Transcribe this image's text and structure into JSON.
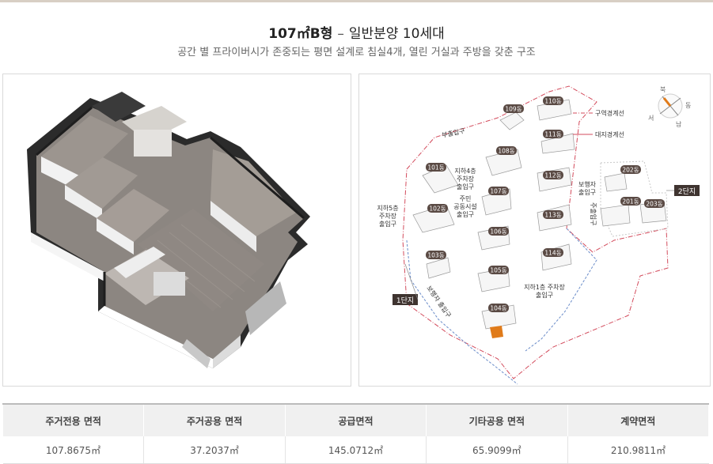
{
  "header": {
    "unit_type": "107㎡B형",
    "separator": "–",
    "sale_info": "일반분양 10세대",
    "subtitle": "공간 별 프라이버시가 존중되는 평면 설계로 침실4개, 열린 거실과 주방을 갖춘 구조"
  },
  "site_map": {
    "buildings": [
      "101동",
      "102동",
      "103동",
      "104동",
      "105동",
      "106동",
      "107동",
      "108동",
      "109동",
      "110동",
      "111동",
      "112동",
      "113동",
      "114동",
      "201동",
      "202동",
      "203동"
    ],
    "labels": {
      "district_boundary": "구역경계선",
      "site_boundary": "대지경계선",
      "sub_entrance": "부출입구",
      "underground_4f_parking": "지하4층\n주차장\n출입구",
      "resident_facility_entrance": "주민\n공동시설\n출입구",
      "underground_5f_parking": "지하5층\n주차장\n출입구",
      "underground_1f_parking": "지하1층 주차장\n출입구",
      "pedestrian_entrance_right": "보행자\n출입구",
      "main_entrance_right": "주출입구",
      "pedestrian_entrance_bottom": "보행자 출입구",
      "complex_1": "1단지",
      "complex_2": "2단지"
    },
    "compass": {
      "north": "북",
      "east": "동",
      "south": "남",
      "west": "서"
    },
    "highlight_color": "#e07b1a"
  },
  "area_table": {
    "headers": [
      "주거전용 면적",
      "주거공용 면적",
      "공급면적",
      "기타공용 면적",
      "계약면적"
    ],
    "values": [
      "107.8675㎡",
      "37.2037㎡",
      "145.0712㎡",
      "65.9099㎡",
      "210.9811㎡"
    ]
  }
}
